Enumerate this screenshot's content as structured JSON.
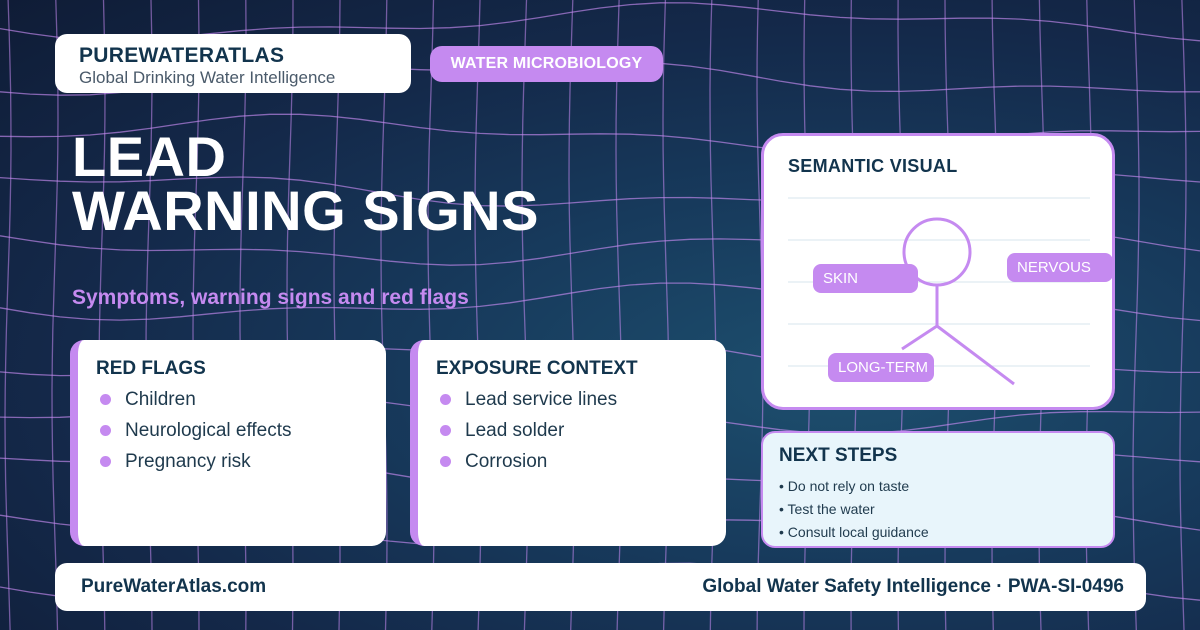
{
  "brand": {
    "name": "PUREWATERATLAS",
    "tagline": "Global Drinking Water Intelligence"
  },
  "topic": "WATER MICROBIOLOGY",
  "headline": {
    "line1": "LEAD",
    "line2": "WARNING SIGNS"
  },
  "subheadline": "Symptoms, warning signs and red flags",
  "red_flags": {
    "title": "RED FLAGS",
    "items": [
      "Children",
      "Neurological effects",
      "Pregnancy risk"
    ]
  },
  "exposure_context": {
    "title": "EXPOSURE CONTEXT",
    "items": [
      "Lead service lines",
      "Lead solder",
      "Corrosion"
    ]
  },
  "semantic_visual": {
    "title": "SEMANTIC VISUAL",
    "labels": {
      "skin": "SKIN",
      "nervous": "NERVOUS",
      "long_term": "LONG-TERM"
    }
  },
  "next_steps": {
    "title": "NEXT STEPS",
    "items": [
      "• Do not rely on taste",
      "• Test the water",
      "• Consult local guidance"
    ]
  },
  "footer": {
    "site": "PureWaterAtlas.com",
    "tagline": "Global Water Safety Intelligence · PWA-SI-0496"
  },
  "colors": {
    "accent": "#c58af0",
    "navy": "#12344d",
    "background": "#14294a",
    "card": "#ffffff",
    "next_steps_bg": "#e8f5fb"
  }
}
